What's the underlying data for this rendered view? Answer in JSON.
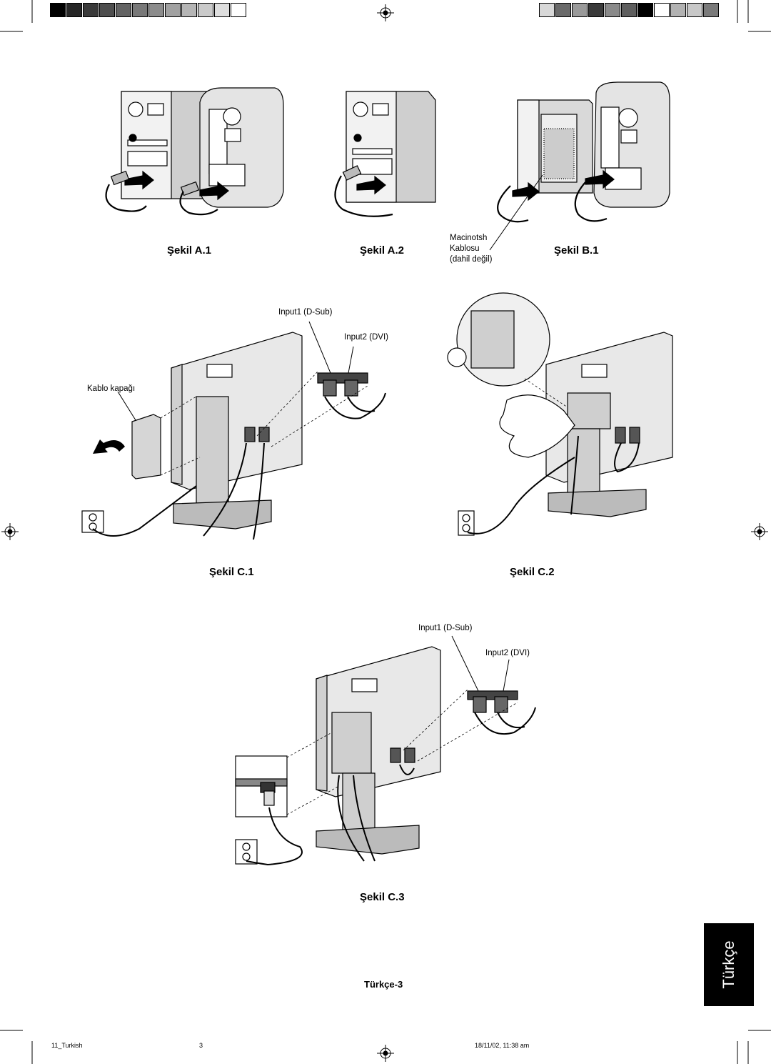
{
  "colors": {
    "bar_left": [
      "#000000",
      "#262626",
      "#3a3a3a",
      "#4e4e4e",
      "#636363",
      "#787878",
      "#8c8c8c",
      "#a1a1a1",
      "#b5b5b5",
      "#cacaca",
      "#dedede",
      "#ffffff"
    ],
    "bar_right": [
      "#d8d8d8",
      "#6a6a6a",
      "#9a9a9a",
      "#3a3a3a",
      "#8a8a8a",
      "#5e5e5e",
      "#000000",
      "#ffffff",
      "#b2b2b2",
      "#c8c8c8",
      "#7a7a7a"
    ],
    "tab_background": "#000000",
    "tab_text": "#ffffff"
  },
  "figures": {
    "a1": {
      "caption": "Şekil A.1"
    },
    "a2": {
      "caption": "Şekil A.2"
    },
    "b1": {
      "caption": "Şekil B.1",
      "label_line1": "Macinotsh",
      "label_line2": "Kablosu",
      "label_line3": "(dahil değil)"
    },
    "c1": {
      "caption": "Şekil C.1",
      "input1": "Input1 (D-Sub)",
      "input2": "Input2 (DVI)",
      "cover": "Kablo kapağı"
    },
    "c2": {
      "caption": "Şekil C.2"
    },
    "c3": {
      "caption": "Şekil C.3",
      "input1": "Input1 (D-Sub)",
      "input2": "Input2 (DVI)"
    }
  },
  "page": {
    "label": "Türkçe-3",
    "side_tab": "Türkçe"
  },
  "footer": {
    "file": "11_Turkish",
    "page_number": "3",
    "timestamp": "18/11/02, 11:38 am"
  }
}
